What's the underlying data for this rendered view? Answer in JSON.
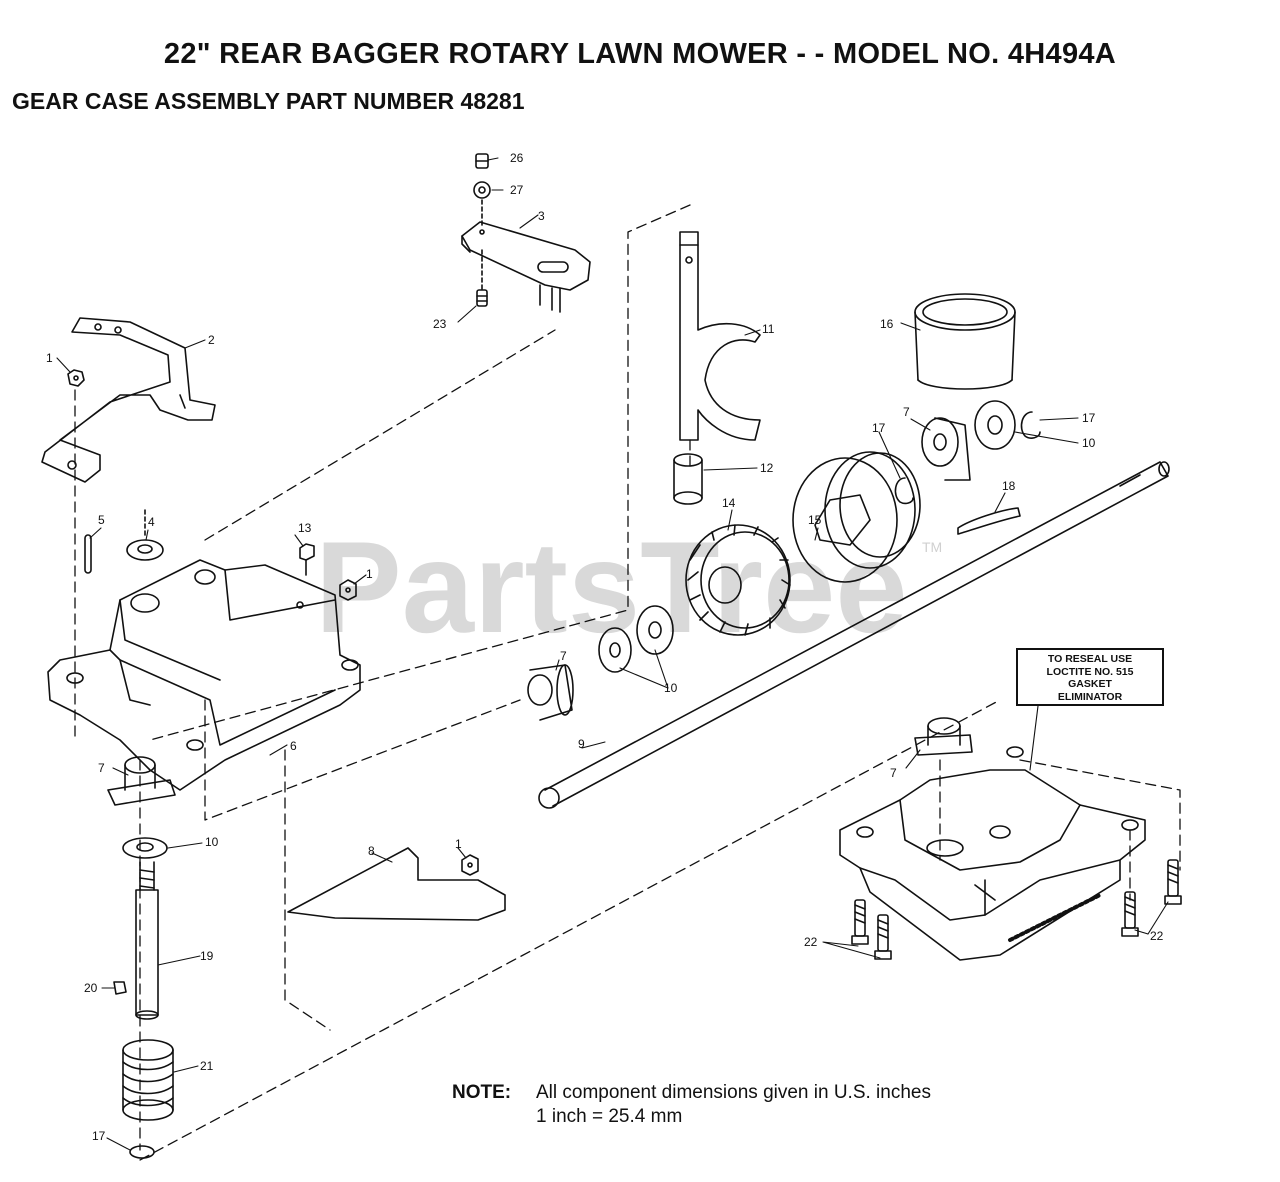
{
  "title": "22\" REAR BAGGER ROTARY LAWN MOWER - - MODEL NO. 4H494A",
  "subtitle": "GEAR CASE ASSEMBLY PART NUMBER 48281",
  "watermark": {
    "text": "PartsTree",
    "tm": "TM",
    "color": "#d9d9d9"
  },
  "reseal_box": {
    "line1": "TO RESEAL USE",
    "line2": "LOCTITE NO. 515",
    "line3": "GASKET",
    "line4": "ELIMINATOR"
  },
  "note": {
    "key": "NOTE:",
    "line1": "All component dimensions given in U.S. inches",
    "line2": "1 inch = 25.4 mm"
  },
  "callouts": {
    "c1a": "1",
    "c2": "2",
    "c3": "3",
    "c4": "4",
    "c5": "5",
    "c6": "6",
    "c7a": "7",
    "c7b": "7",
    "c7c": "7",
    "c7d": "7",
    "c8": "8",
    "c9": "9",
    "c10a": "10",
    "c10b": "10",
    "c10c": "10",
    "c11": "11",
    "c12": "12",
    "c13": "13",
    "c1b": "1",
    "c1c": "1",
    "c14": "14",
    "c15": "15",
    "c16": "16",
    "c17a": "17",
    "c17b": "17",
    "c17c": "17",
    "c18": "18",
    "c19": "19",
    "c20": "20",
    "c21": "21",
    "c22a": "22",
    "c22b": "22",
    "c23": "23",
    "c26": "26",
    "c27": "27"
  }
}
